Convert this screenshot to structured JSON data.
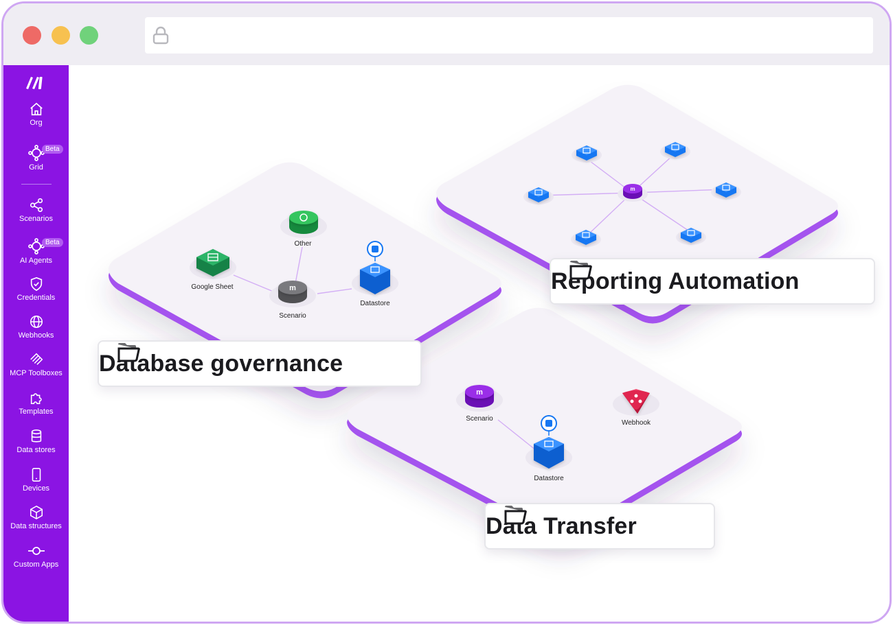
{
  "window": {
    "url": ""
  },
  "colors": {
    "sidebar": "#8b14e3",
    "accent": "#a452ee",
    "datastore": "#1677f2",
    "googlesheet": "#1f9d55",
    "other": "#2bb04f",
    "scenario_gray": "#6d6d70",
    "webhook": "#e0264f"
  },
  "sidebar": {
    "logo": "make-logo-icon",
    "items": [
      {
        "label": "Org",
        "icon": "home-icon"
      },
      {
        "label": "Grid",
        "icon": "grid-network-icon",
        "badge": "Beta"
      },
      {
        "label": "Scenarios",
        "icon": "share-nodes-icon"
      },
      {
        "label": "AI Agents",
        "icon": "ai-agent-icon",
        "badge": "Beta"
      },
      {
        "label": "Credentials",
        "icon": "shield-check-icon"
      },
      {
        "label": "Webhooks",
        "icon": "globe-icon"
      },
      {
        "label": "MCP Toolboxes",
        "icon": "mcp-icon"
      },
      {
        "label": "Templates",
        "icon": "puzzle-icon"
      },
      {
        "label": "Data stores",
        "icon": "database-icon"
      },
      {
        "label": "Devices",
        "icon": "device-icon"
      },
      {
        "label": "Data structures",
        "icon": "cube-icon"
      },
      {
        "label": "Custom Apps",
        "icon": "custom-apps-icon"
      }
    ]
  },
  "groups": {
    "database_governance": {
      "title": "Database governance",
      "nodes": {
        "google_sheet": "Google Sheet",
        "other": "Other",
        "scenario": "Scenario",
        "datastore": "Datastore"
      }
    },
    "reporting_automation": {
      "title": "Reporting Automation"
    },
    "data_transfer": {
      "title": "Data Transfer",
      "nodes": {
        "scenario": "Scenario",
        "datastore": "Datastore",
        "webhook": "Webhook"
      }
    }
  }
}
